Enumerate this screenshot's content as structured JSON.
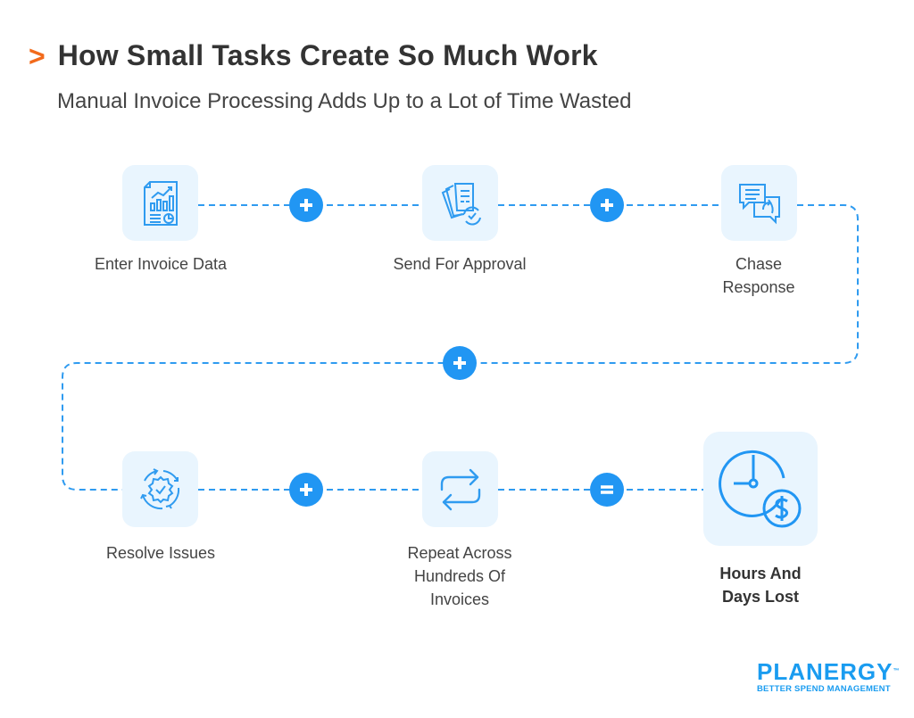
{
  "header": {
    "chevron": ">",
    "title": "How Small Tasks Create So Much Work",
    "subtitle": "Manual Invoice Processing Adds Up to a Lot of Time Wasted"
  },
  "steps": [
    {
      "label": "Enter Invoice Data",
      "icon": "invoice-chart-icon"
    },
    {
      "label": "Send For Approval",
      "icon": "documents-approval-icon"
    },
    {
      "label_line1": "Chase",
      "label_line2": "Response",
      "icon": "chat-reply-icon"
    },
    {
      "label": "Resolve Issues",
      "icon": "gear-cycle-check-icon"
    },
    {
      "label_line1": "Repeat Across",
      "label_line2": "Hundreds Of",
      "label_line3": "Invoices",
      "icon": "repeat-arrows-icon"
    }
  ],
  "result": {
    "label_line1": "Hours And",
    "label_line2": "Days Lost",
    "icon": "clock-dollar-icon"
  },
  "operators": {
    "plus": "+",
    "equals": "="
  },
  "colors": {
    "accent": "#2196f3",
    "icon_bg": "#e9f5fe",
    "chevron": "#f26a1b",
    "text": "#444444"
  },
  "brand": {
    "name": "PLANERGY",
    "tm": "™",
    "tagline": "BETTER SPEND MANAGEMENT"
  }
}
